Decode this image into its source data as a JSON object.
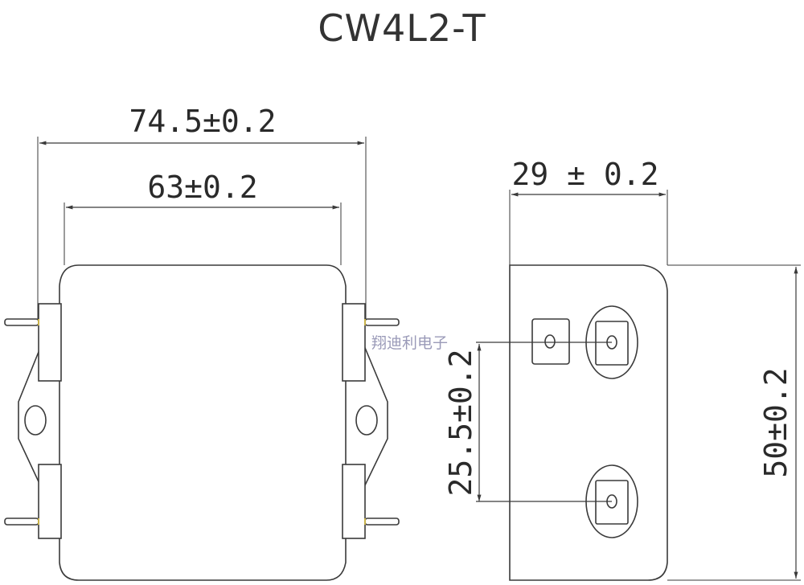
{
  "title": "CW4L2-T",
  "watermark": "翔迪利电子",
  "dimensions": {
    "overall_width": "74.5±0.2",
    "body_width": "63±0.2",
    "side_depth": "29 ± 0.2",
    "terminal_spacing": "25.5±0.2",
    "side_height": "50±0.2"
  },
  "colors": {
    "line": "#3a3a3a",
    "accent": "#c9b24a"
  }
}
